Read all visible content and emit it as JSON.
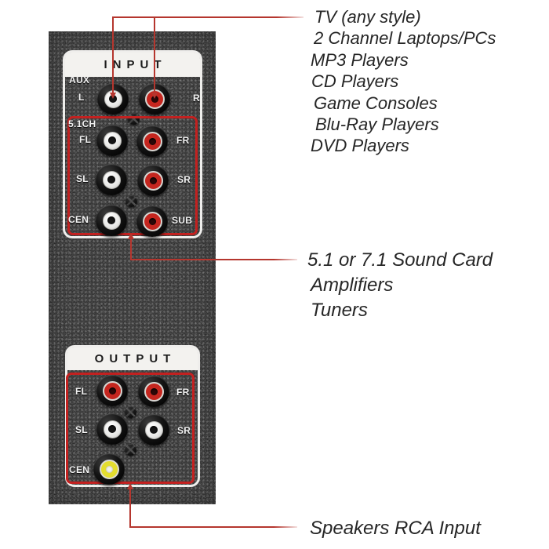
{
  "panel": {
    "input": {
      "title": "INPUT",
      "labels": {
        "aux": "AUX",
        "l": "L",
        "r": "R",
        "group": "5.1CH",
        "fl": "FL",
        "fr": "FR",
        "sl": "SL",
        "sr": "SR",
        "cen": "CEN",
        "sub": "SUB"
      },
      "jack_colors": {
        "aux_l": "white",
        "aux_r": "red",
        "fl": "white",
        "fr": "red",
        "sl": "white",
        "sr": "red",
        "cen": "white",
        "sub": "red"
      }
    },
    "output": {
      "title": "OUTPUT",
      "labels": {
        "fl": "FL",
        "fr": "FR",
        "sl": "SL",
        "sr": "SR",
        "cen": "CEN"
      },
      "jack_colors": {
        "fl": "red",
        "fr": "red",
        "sl": "white",
        "sr": "white",
        "cen": "yellow"
      }
    }
  },
  "callouts": {
    "sources": {
      "lines": [
        "TV (any style)",
        "2 Channel Laptops/PCs",
        "MP3 Players",
        "CD Players",
        "Game Consoles",
        "Blu-Ray Players",
        "DVD Players"
      ]
    },
    "surround_sources": {
      "lines": [
        "5.1 or 7.1 Sound Card",
        "Amplifiers",
        "Tuners"
      ]
    },
    "speaker_output": {
      "lines": [
        "Speakers RCA Input"
      ]
    }
  },
  "colors": {
    "callout_line_red": "#b5362e",
    "group_outline_red": "#c32120",
    "panel_black": "#1b1b1b",
    "jack_red": "#c5261f",
    "jack_yellow": "#e4dd2f",
    "label_white": "#f2f2f2"
  }
}
